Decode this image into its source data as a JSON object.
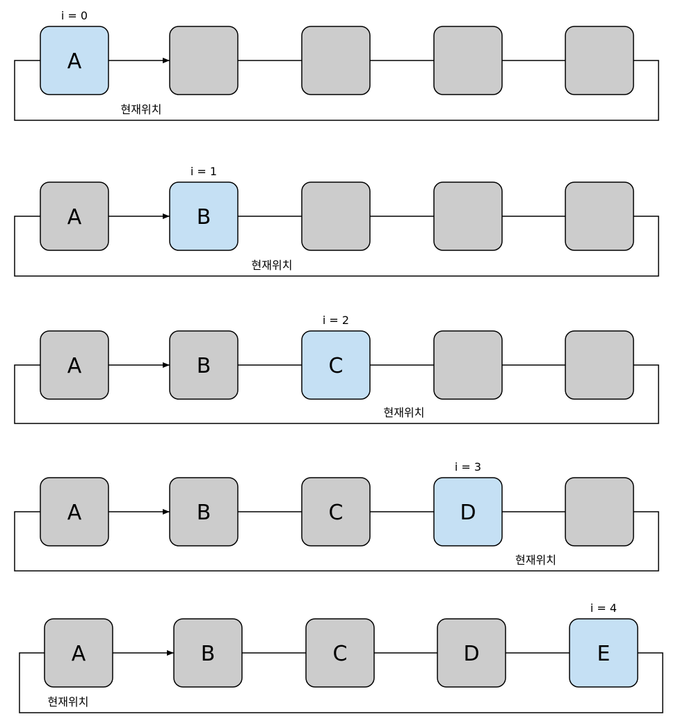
{
  "colors": {
    "highlight": "#c5e0f4",
    "empty": "#cccccc",
    "stroke": "#000000"
  },
  "rows": [
    {
      "index_label": "i = 0",
      "position_label": "현재위치",
      "nodes": [
        "A",
        "",
        "",
        "",
        ""
      ],
      "highlight_node": 0,
      "position_gap": 1
    },
    {
      "index_label": "i = 1",
      "position_label": "현재위치",
      "nodes": [
        "A",
        "B",
        "",
        "",
        ""
      ],
      "highlight_node": 1,
      "position_gap": 2
    },
    {
      "index_label": "i = 2",
      "position_label": "현재위치",
      "nodes": [
        "A",
        "B",
        "C",
        "",
        ""
      ],
      "highlight_node": 2,
      "position_gap": 3
    },
    {
      "index_label": "i = 3",
      "position_label": "현재위치",
      "nodes": [
        "A",
        "B",
        "C",
        "D",
        ""
      ],
      "highlight_node": 3,
      "position_gap": 4
    },
    {
      "index_label": "i = 4",
      "position_label": "현재위치",
      "nodes": [
        "A",
        "B",
        "C",
        "D",
        "E"
      ],
      "highlight_node": 4,
      "position_gap": 0
    }
  ]
}
